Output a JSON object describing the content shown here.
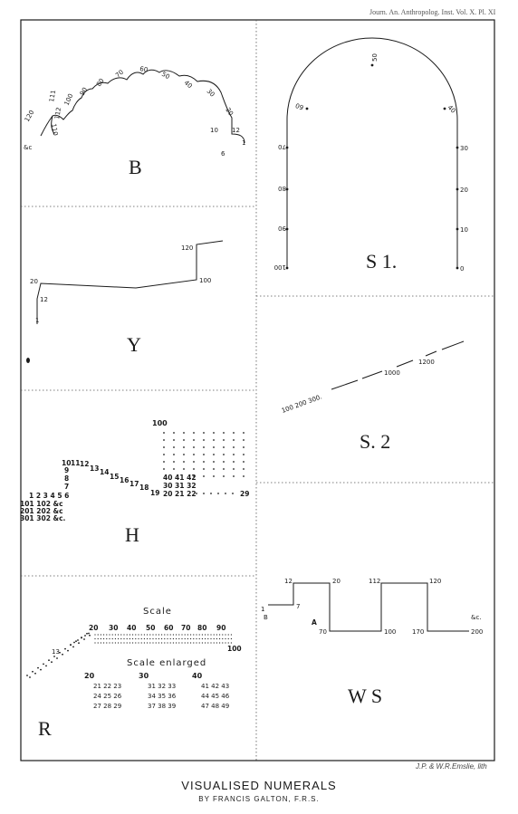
{
  "header": {
    "journal": "Journ. An. Anthropolog. Inst. Vol. X. Pl. XI"
  },
  "lithographer": "J.P. & W.R.Emslie, lith",
  "title": "VISUALISED NUMERALS",
  "subtitle": "BY FRANCIS GALTON, F.R.S.",
  "panels": {
    "B": {
      "letter": "B",
      "numbers": [
        "1",
        "6",
        "12",
        "10",
        "20",
        "30",
        "40",
        "50",
        "60",
        "70",
        "80",
        "90",
        "100",
        "110",
        "111",
        "112",
        "120",
        "&c"
      ]
    },
    "Y": {
      "letter": "Y",
      "numbers": [
        "1",
        "12",
        "20",
        "100",
        "120"
      ]
    },
    "H": {
      "letter": "H",
      "top": "100",
      "chain": [
        "10",
        "11",
        "12",
        "13",
        "14",
        "15",
        "16",
        "17",
        "18",
        "19"
      ],
      "column": [
        "9",
        "8",
        "7"
      ],
      "base": "1 2 3 4 5 6",
      "left_rows": [
        "101 102 &c",
        "201 202 &c",
        "301 302 &c."
      ],
      "grid_rows": [
        "40 41 42",
        "30 31 32",
        "20 21 22"
      ],
      "end": "29"
    },
    "R": {
      "letter": "R",
      "scale_title": "Scale",
      "scale_numbers": [
        "20",
        "30",
        "40",
        "50",
        "60",
        "70",
        "80",
        "90",
        "100"
      ],
      "start": "13",
      "enlarged_title": "Scale enlarged",
      "enlarged_heads": [
        "20",
        "30",
        "40"
      ],
      "enlarged_rows": [
        [
          "21 22 23",
          "31 32 33",
          "41 42 43"
        ],
        [
          "24 25 26",
          "34 35 36",
          "44 45 46"
        ],
        [
          "27 28 29",
          "37 38 39",
          "47 48 49"
        ]
      ]
    },
    "S1": {
      "letter": "S 1.",
      "left": [
        "100",
        "90",
        "80",
        "70",
        "60"
      ],
      "top": "50",
      "right": [
        "40",
        "30",
        "20",
        "10",
        "0"
      ]
    },
    "S2": {
      "letter": "S. 2",
      "labels": [
        "100 200 300.",
        "1000",
        "1200"
      ]
    },
    "WS": {
      "letter": "W S",
      "numbers": [
        "1",
        "B",
        "7",
        "12",
        "A",
        "20",
        "70",
        "100",
        "112",
        "120",
        "170",
        "&c.",
        "200"
      ]
    }
  }
}
